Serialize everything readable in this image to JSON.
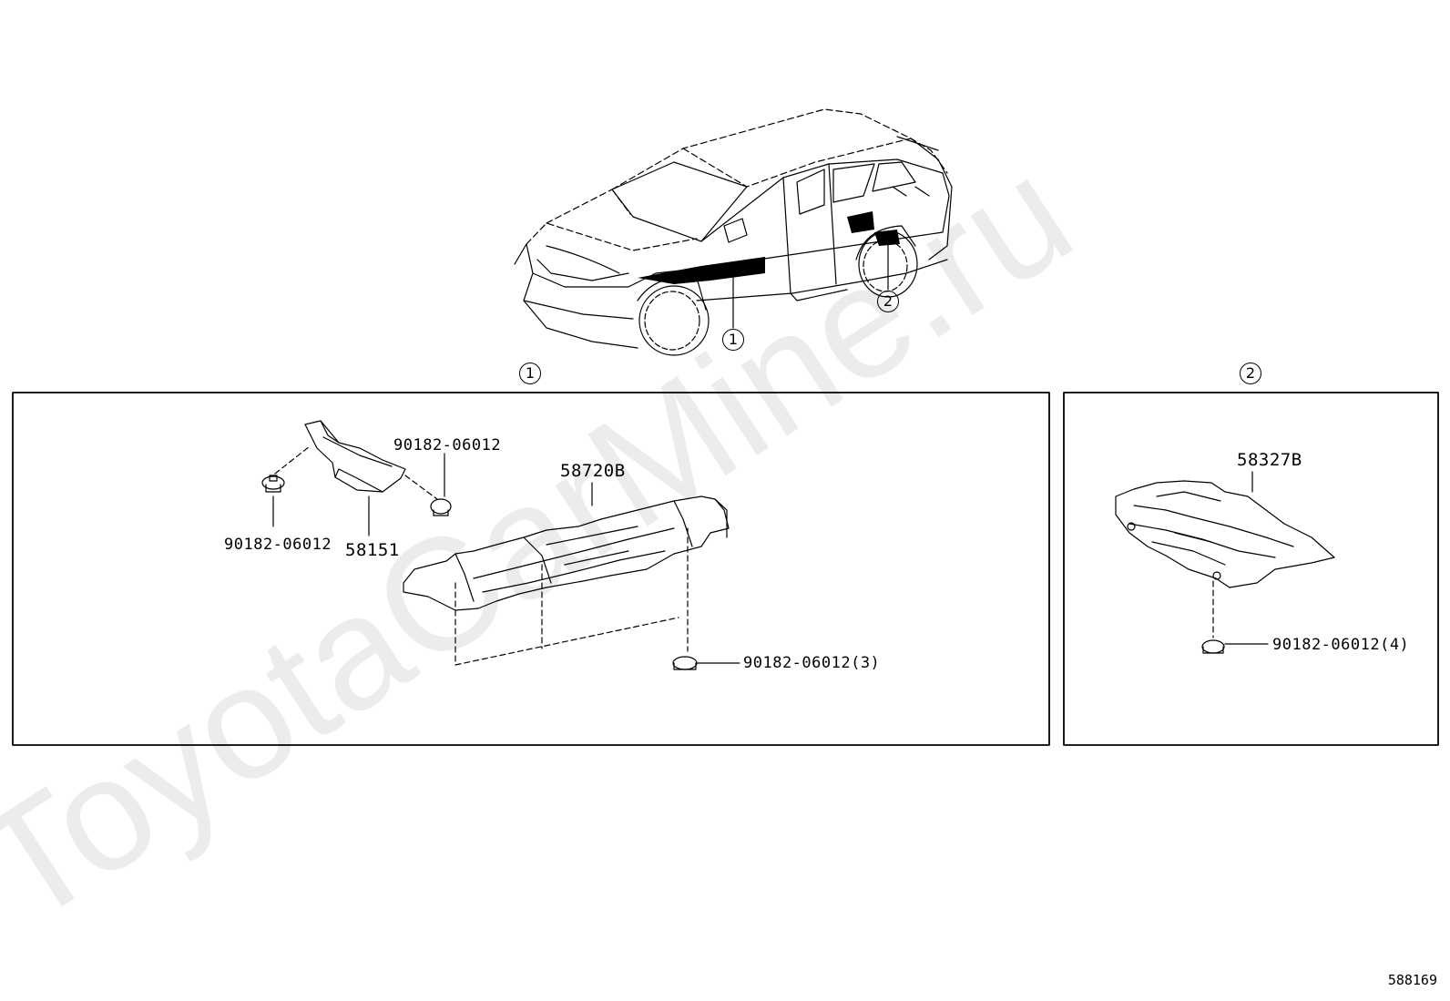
{
  "watermark": {
    "text": "ToyotaCarMine.ru",
    "color": "#ececec"
  },
  "callouts": {
    "car_region_1": "1",
    "car_region_2": "2",
    "panel_1_marker": "1",
    "panel_2_marker": "2"
  },
  "panel_1": {
    "parts": {
      "clip_upper_right": "90182-06012",
      "clip_left": "90182-06012",
      "bracket": "58151",
      "main_shield": "58720B",
      "clip_bottom": "90182-06012(3)"
    }
  },
  "panel_2": {
    "parts": {
      "rear_shield": "58327B",
      "clip_bottom": "90182-06012(4)"
    }
  },
  "figure_id": "588169"
}
